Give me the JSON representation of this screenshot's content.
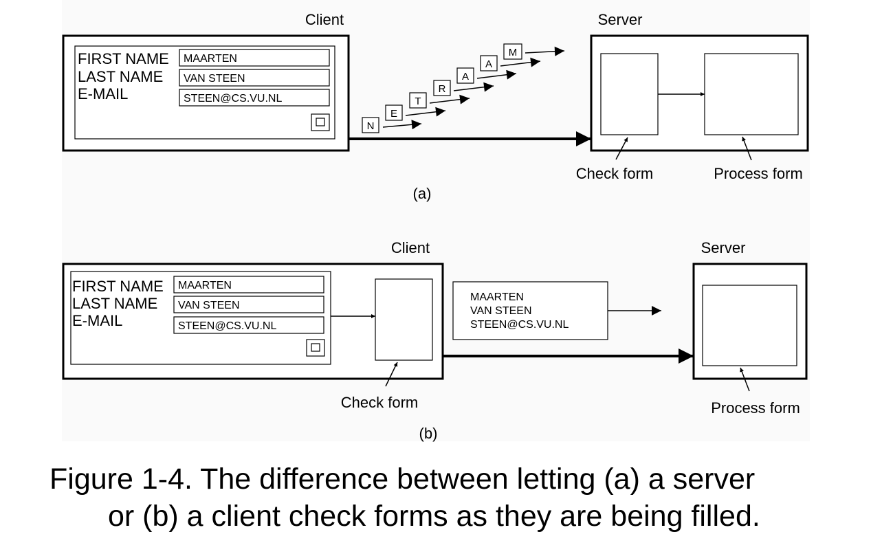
{
  "panel_a": {
    "client_label": "Client",
    "server_label": "Server",
    "form": {
      "first_name_label": "FIRST NAME",
      "first_name_value": "MAARTEN",
      "last_name_label": "LAST NAME",
      "last_name_value": "VAN STEEN",
      "email_label": "E-MAIL",
      "email_value": "STEEN@CS.VU.NL"
    },
    "letters": [
      "N",
      "E",
      "T",
      "R",
      "A",
      "A",
      "M"
    ],
    "check_form_label": "Check form",
    "process_form_label": "Process form",
    "caption": "(a)"
  },
  "panel_b": {
    "client_label": "Client",
    "server_label": "Server",
    "form": {
      "first_name_label": "FIRST NAME",
      "first_name_value": "MAARTEN",
      "last_name_label": "LAST NAME",
      "last_name_value": "VAN STEEN",
      "email_label": "E-MAIL",
      "email_value": "STEEN@CS.VU.NL"
    },
    "message": {
      "line1": "MAARTEN",
      "line2": "VAN STEEN",
      "line3": "STEEN@CS.VU.NL"
    },
    "check_form_label": "Check form",
    "process_form_label": "Process form",
    "caption": "(b)"
  },
  "figure_caption": {
    "line1": "Figure 1-4. The difference between letting (a) a server",
    "line2": "or (b) a client check forms as they are being filled."
  }
}
